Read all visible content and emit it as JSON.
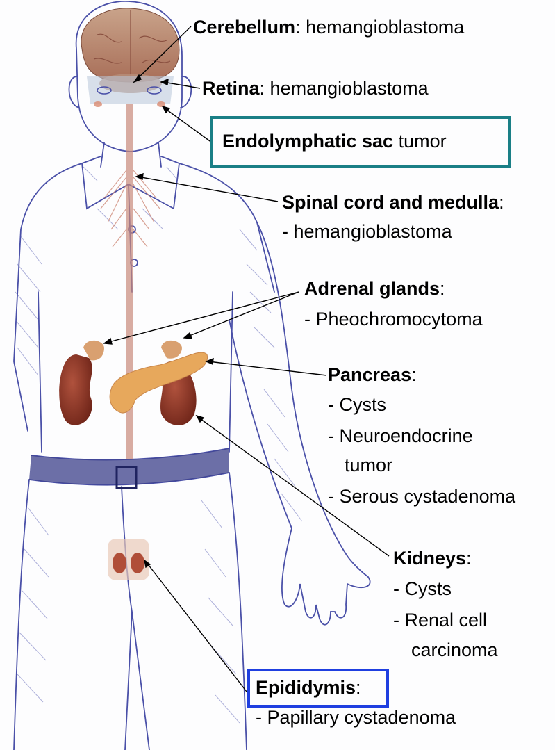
{
  "colors": {
    "sketch": "#4a50a8",
    "tissue": "#9a3a2a",
    "pancreas": "#e7a85c",
    "teal_box": "#1a7f86",
    "blue_box": "#1f3fe0"
  },
  "labels": {
    "cerebellum": {
      "organ": "Cerebellum",
      "sep": ":",
      "rest": " hemangioblastoma"
    },
    "retina": {
      "organ": "Retina",
      "sep": ":",
      "rest": " hemangioblastoma"
    },
    "endolymphatic": {
      "organ": "Endolymphatic sac",
      "rest": " tumor"
    },
    "spinal": {
      "organ": "Spinal cord and medulla",
      "sep": ":",
      "line2": "- hemangioblastoma"
    },
    "adrenal": {
      "organ": "Adrenal glands",
      "sep": ":",
      "line2": "- Pheochromocytoma"
    },
    "pancreas": {
      "organ": "Pancreas",
      "sep": ":",
      "items": [
        "- Cysts",
        "- Neuroendocrine",
        "tumor",
        "- Serous cystadenoma"
      ]
    },
    "kidneys": {
      "organ": "Kidneys",
      "sep": ":",
      "items": [
        "- Cysts",
        "- Renal cell",
        "carcinoma"
      ]
    },
    "epididymis": {
      "organ": "Epididymis",
      "sep": ":",
      "line2": "- Papillary cystadenoma"
    }
  }
}
